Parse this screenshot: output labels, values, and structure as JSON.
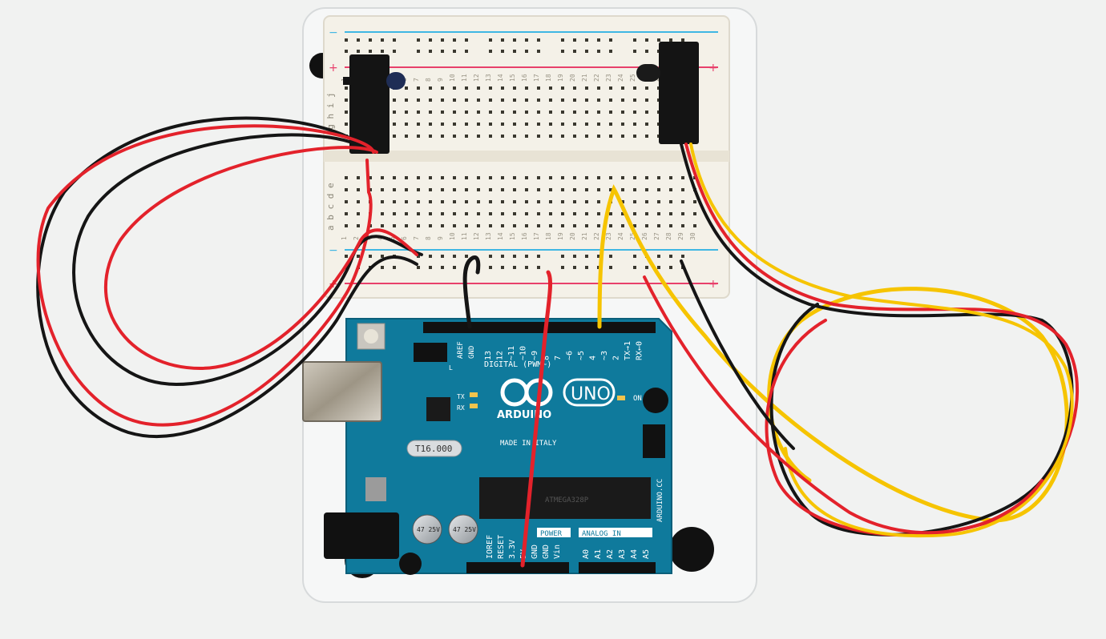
{
  "breadboard": {
    "row_letters_top": "f g h i j",
    "row_letters_bottom": "a b c d e",
    "column_numbers": [
      "1",
      "2",
      "3",
      "4",
      "5",
      "6",
      "7",
      "8",
      "9",
      "10",
      "11",
      "12",
      "13",
      "14",
      "15",
      "16",
      "17",
      "18",
      "19",
      "20",
      "21",
      "22",
      "23",
      "24",
      "25",
      "26",
      "27",
      "28",
      "29",
      "30"
    ],
    "rail_plus": "+",
    "rail_minus": "−"
  },
  "arduino": {
    "brand": "ARDUINO",
    "logo_text": "UNO",
    "made_in": "MADE IN ITALY",
    "website": "ARDUINO.CC",
    "header_digital": "DIGITAL (PWM~)",
    "header_power": "POWER",
    "header_analog": "ANALOG IN",
    "aref": "AREF",
    "gnd": "GND",
    "digital_pins": [
      "13",
      "12",
      "~11",
      "~10",
      "~9",
      "8",
      "7",
      "~6",
      "~5",
      "4",
      "~3",
      "2",
      "TX→1",
      "RX←0"
    ],
    "power_pins": [
      "IOREF",
      "RESET",
      "3.3V",
      "5V",
      "GND",
      "GND",
      "Vin"
    ],
    "analog_pins": [
      "A0",
      "A1",
      "A2",
      "A3",
      "A4",
      "A5"
    ],
    "crystal": "T16.000",
    "chip": "ATMEGA328P",
    "cap_text": "47 25V",
    "led_on": "ON",
    "led_tx": "TX",
    "led_rx": "RX",
    "led_l": "L"
  },
  "colors": {
    "background": "#f1f2f1",
    "board_blue": "#0f7a9c",
    "wire_red": "#e3222b",
    "wire_black": "#151515",
    "wire_yellow": "#f6c400",
    "breadboard": "#f4f1e8"
  }
}
